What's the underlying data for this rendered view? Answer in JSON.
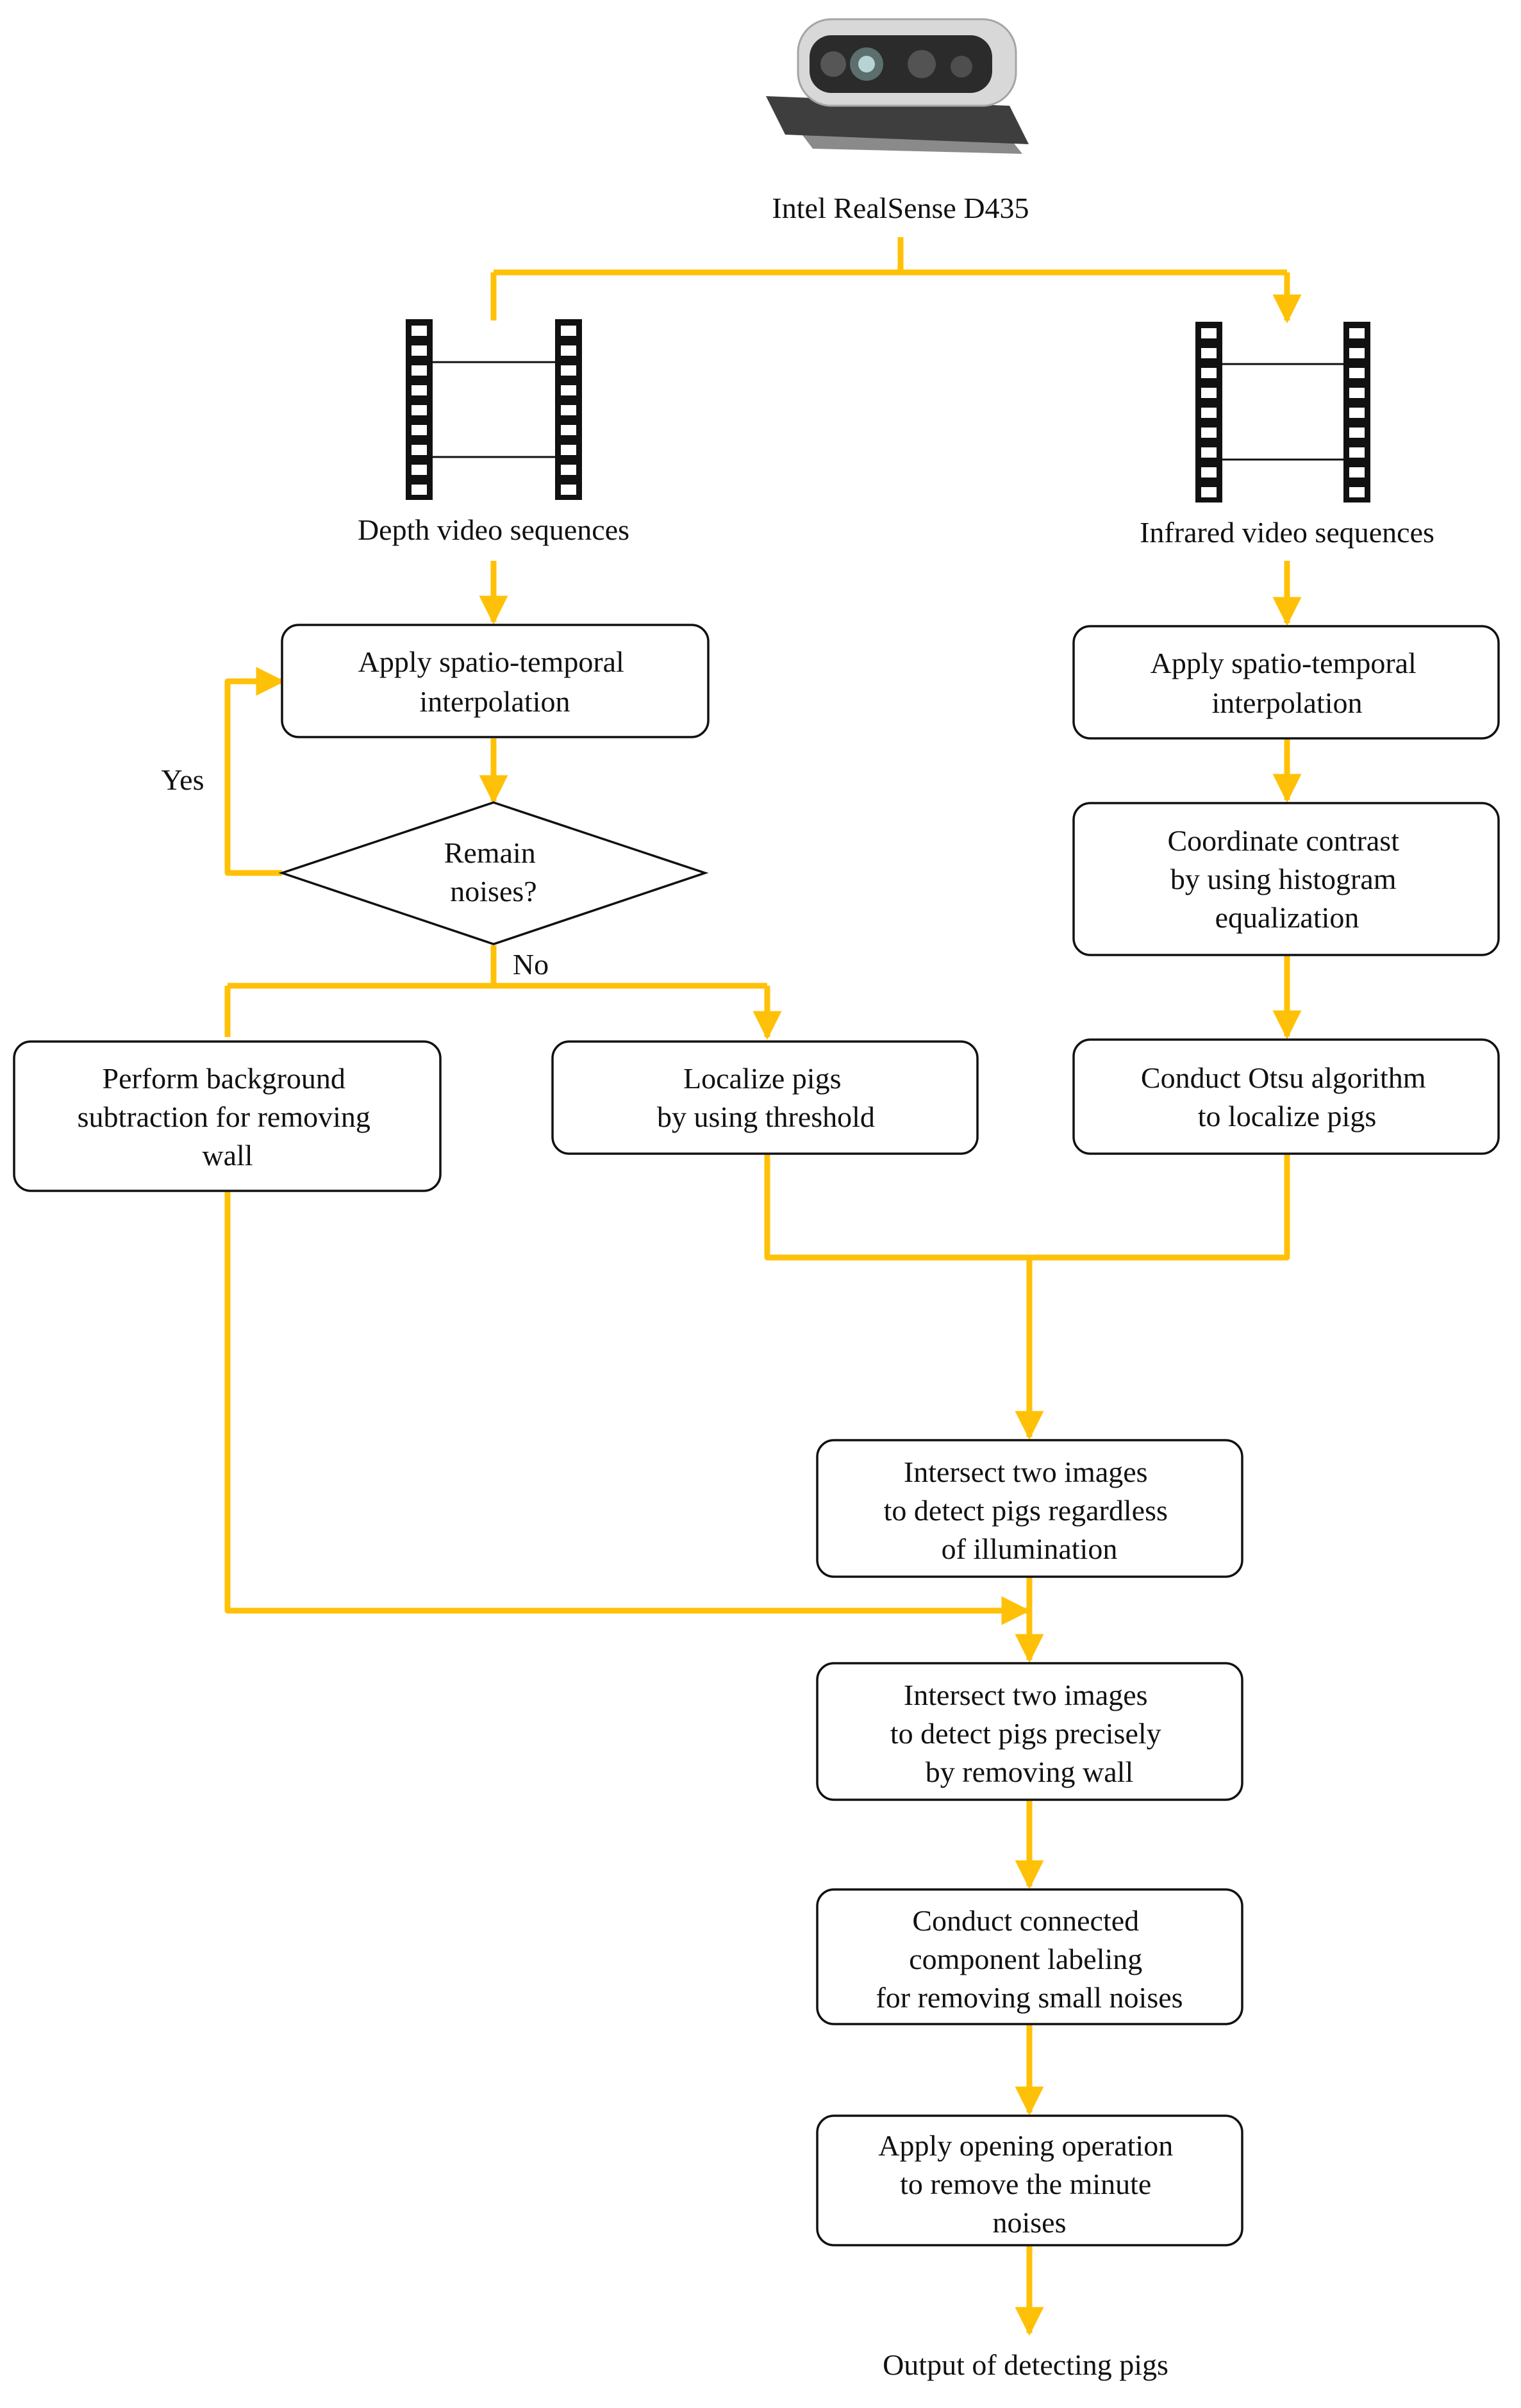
{
  "colors": {
    "flow": "#FFC107",
    "stroke": "#111111",
    "text": "#111111",
    "background": "#FFFFFF"
  },
  "icons": {
    "camera": "depth-camera-icon",
    "film": "film-strip-icon"
  },
  "camera": {
    "label": "Intel RealSense D435"
  },
  "streams": {
    "depth": {
      "label": "Depth video sequences"
    },
    "infrared": {
      "label": "Infrared video sequences"
    }
  },
  "depth_branch": {
    "interp": [
      "Apply spatio-temporal",
      "interpolation"
    ],
    "decision": [
      "Remain",
      "noises?"
    ],
    "yes": "Yes",
    "no": "No",
    "background": [
      "Perform background",
      "subtraction for removing",
      "wall"
    ],
    "threshold": [
      "Localize pigs",
      "by using threshold"
    ]
  },
  "infrared_branch": {
    "interp": [
      "Apply spatio-temporal",
      "interpolation"
    ],
    "contrast": [
      "Coordinate contrast",
      "by using histogram",
      "equalization"
    ],
    "otsu": [
      "Conduct Otsu algorithm",
      "to localize pigs"
    ]
  },
  "merge": {
    "intersect1": [
      "Intersect two images",
      "to detect pigs regardless",
      "of illumination"
    ],
    "intersect2": [
      "Intersect two images",
      "to detect pigs precisely",
      "by removing wall"
    ],
    "ccl": [
      "Conduct connected",
      "component labeling",
      "for removing small noises"
    ],
    "opening": [
      "Apply opening operation",
      "to remove the minute",
      "noises"
    ]
  },
  "output": {
    "label": "Output of detecting pigs"
  }
}
